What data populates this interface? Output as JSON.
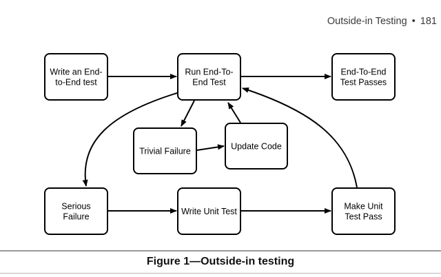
{
  "header": {
    "running_title": "Outside-in Testing",
    "separator": "•",
    "page_number": "181"
  },
  "diagram": {
    "nodes": [
      {
        "id": "write-e2e",
        "lines": [
          "Write an End-",
          "to-End test"
        ]
      },
      {
        "id": "run-e2e",
        "lines": [
          "Run End-To-",
          "End Test"
        ]
      },
      {
        "id": "e2e-passes",
        "lines": [
          "End-To-End",
          "Test Passes"
        ]
      },
      {
        "id": "trivial-failure",
        "lines": [
          "Trivial Failure"
        ]
      },
      {
        "id": "update-code",
        "lines": [
          "Update Code"
        ]
      },
      {
        "id": "serious-failure",
        "lines": [
          "Serious",
          "Failure"
        ]
      },
      {
        "id": "write-unit-test",
        "lines": [
          "Write Unit Test"
        ]
      },
      {
        "id": "make-unit-pass",
        "lines": [
          "Make Unit",
          "Test Pass"
        ]
      }
    ],
    "edges": [
      {
        "from": "write-e2e",
        "to": "run-e2e"
      },
      {
        "from": "run-e2e",
        "to": "e2e-passes"
      },
      {
        "from": "run-e2e",
        "to": "trivial-failure"
      },
      {
        "from": "trivial-failure",
        "to": "update-code"
      },
      {
        "from": "update-code",
        "to": "run-e2e"
      },
      {
        "from": "run-e2e",
        "to": "serious-failure"
      },
      {
        "from": "serious-failure",
        "to": "write-unit-test"
      },
      {
        "from": "write-unit-test",
        "to": "make-unit-pass"
      },
      {
        "from": "make-unit-pass",
        "to": "run-e2e"
      }
    ]
  },
  "caption": "Figure 1—Outside-in testing"
}
